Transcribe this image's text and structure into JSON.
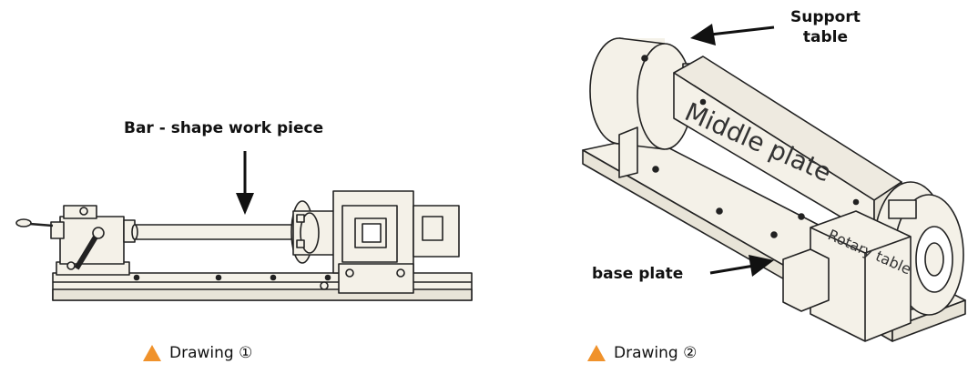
{
  "drawing1": {
    "callout": "Bar - shape work piece",
    "caption": "Drawing ①"
  },
  "drawing2": {
    "callout_support": "Support table",
    "callout_support_line1": "Support",
    "callout_support_line2": "table",
    "plate_label": "Middle plate",
    "rotary_label": "Rotary table",
    "callout_base": "base plate",
    "caption": "Drawing ②"
  },
  "colors": {
    "caption_triangle": "#f0922b",
    "machine_fill": "#f4f1e8",
    "line": "#222222"
  }
}
